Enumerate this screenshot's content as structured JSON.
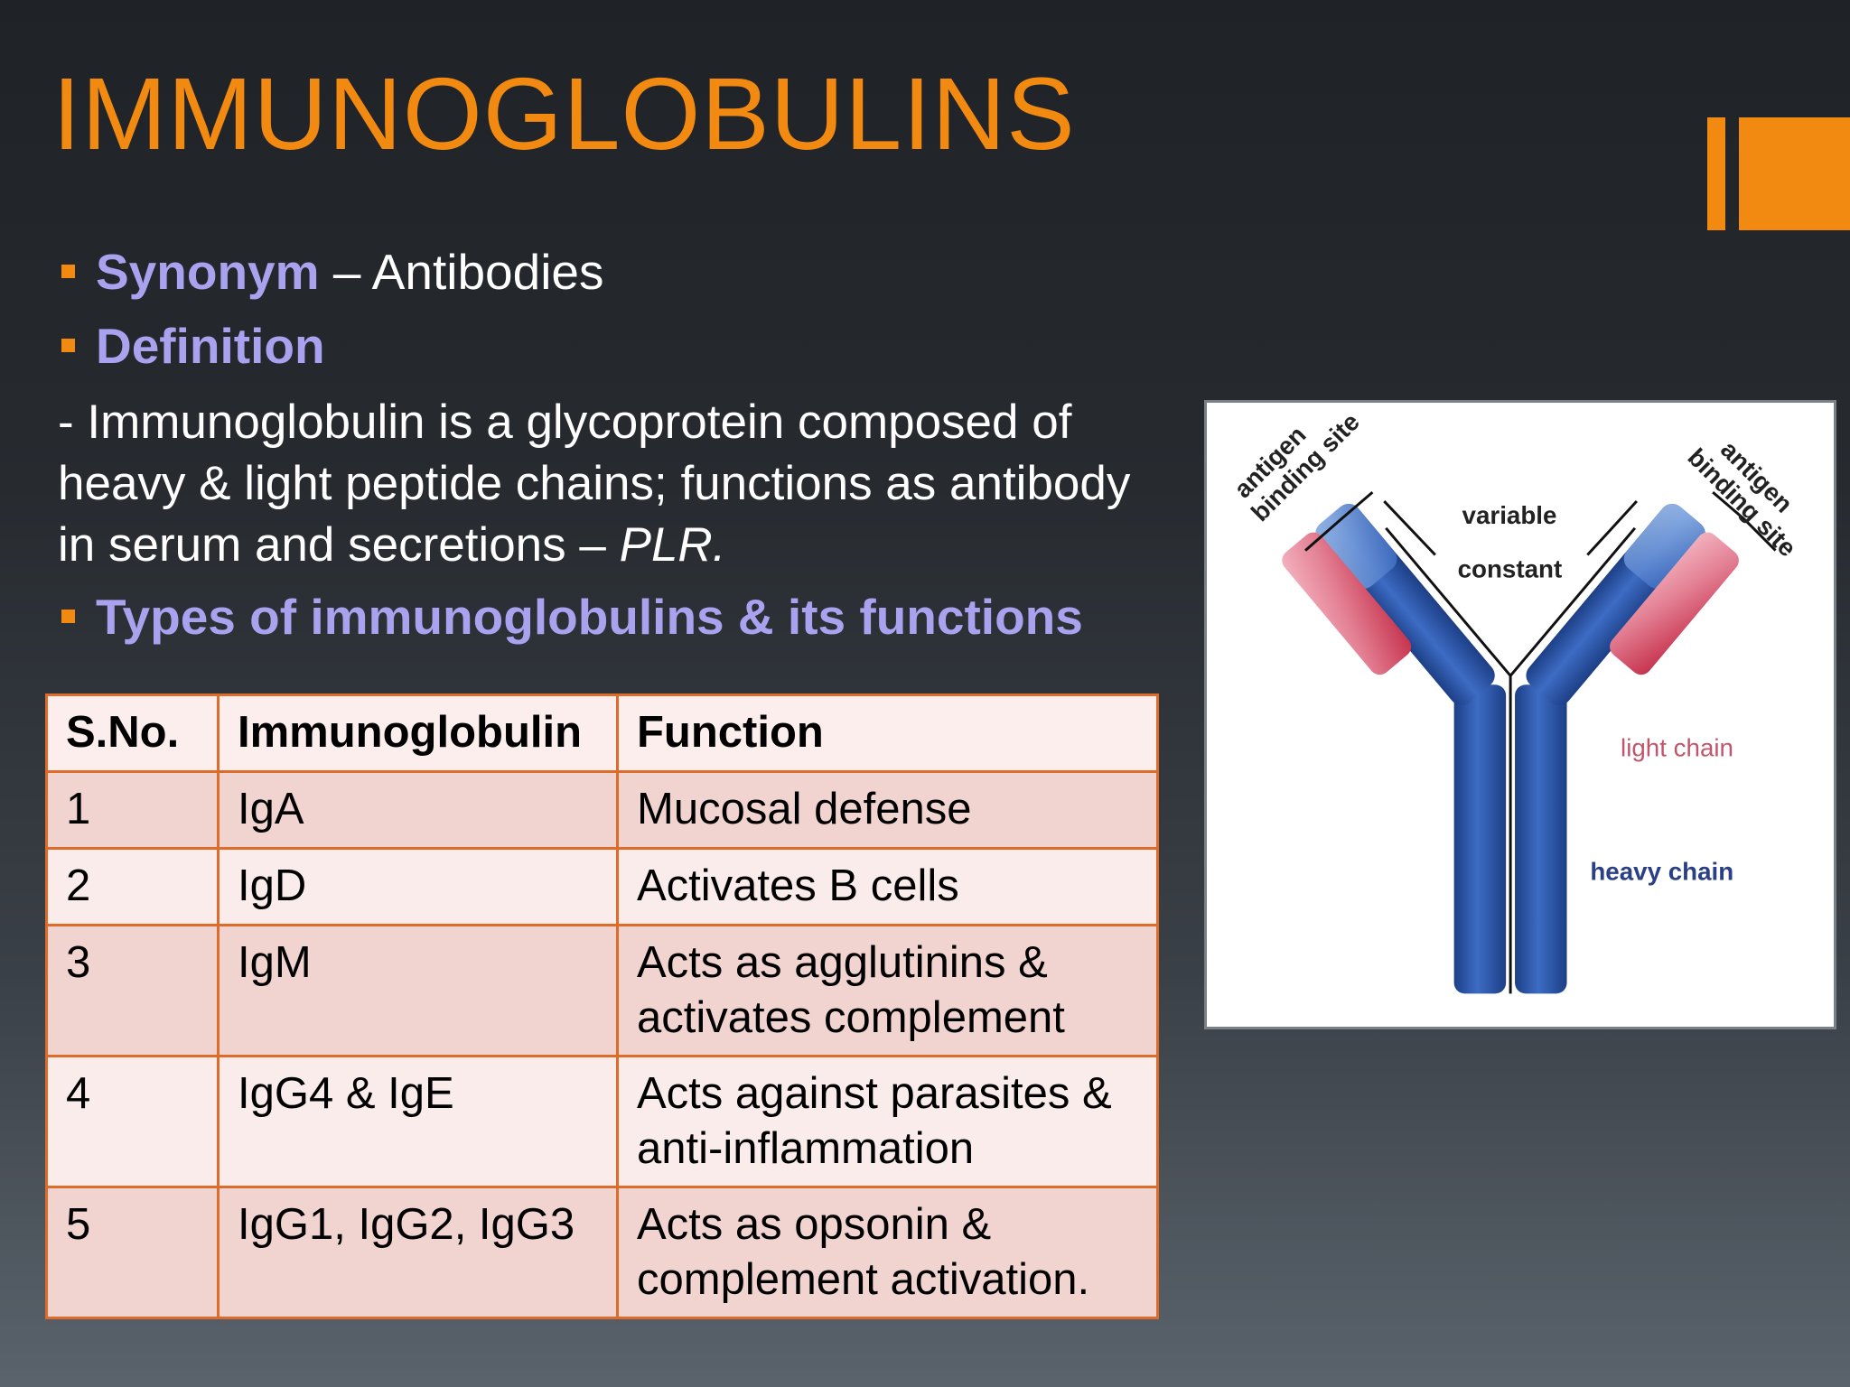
{
  "slide": {
    "title": "IMMUNOGLOBULINS",
    "colors": {
      "accent": "#f28a12",
      "heading": "#a9a2ee",
      "table_border": "#dd6b2a"
    }
  },
  "bullets": {
    "synonym": {
      "key": "Synonym",
      "rest": " – Antibodies"
    },
    "definition": {
      "key": "Definition"
    },
    "types": {
      "key": "Types of immunoglobulins & its functions"
    }
  },
  "definition": {
    "text": "- Immunoglobulin is a glycoprotein composed of heavy & light peptide chains; functions as antibody in serum and secretions – ",
    "citation": "PLR."
  },
  "table": {
    "headers": [
      "S.No.",
      "Immunoglobulin",
      "Function"
    ],
    "rows": [
      [
        "1",
        "IgA",
        "Mucosal defense"
      ],
      [
        "2",
        "IgD",
        "Activates B cells"
      ],
      [
        "3",
        "IgM",
        "Acts as agglutinins & activates complement"
      ],
      [
        "4",
        "IgG4 & IgE",
        "Acts against parasites & anti-inflammation"
      ],
      [
        "5",
        "IgG1, IgG2, IgG3",
        "Acts as opsonin & complement activation."
      ]
    ]
  },
  "figure": {
    "labels": {
      "antigen": "antigen",
      "binding_site": "binding site",
      "variable": "variable",
      "constant": "constant",
      "light_chain": "light chain",
      "heavy_chain": "heavy chain"
    },
    "colors": {
      "heavy": "#2a55a6",
      "heavy_light": "#8fb4e6",
      "light": "#d8475e",
      "light_pale": "#f0a7b4",
      "heavy_text": "#2b3f86",
      "light_text": "#c0556b"
    }
  }
}
